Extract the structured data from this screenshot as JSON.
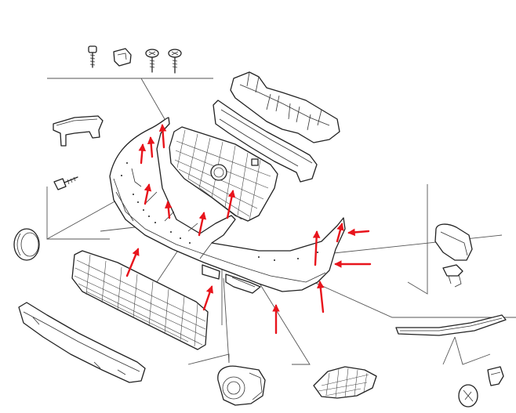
{
  "diagram": {
    "colors": {
      "line": "#222222",
      "arrow": "#e8141c",
      "background": "#ffffff"
    },
    "parts": [
      {
        "id": "fasteners",
        "icon": "fastener-set-icon"
      },
      {
        "id": "upper-absorber",
        "icon": "energy-absorber-icon"
      },
      {
        "id": "upper-bracket",
        "icon": "bumper-bracket-icon"
      },
      {
        "id": "radiator-grille",
        "icon": "radiator-grille-icon"
      },
      {
        "id": "side-bracket-left",
        "icon": "side-bracket-icon"
      },
      {
        "id": "screw-left",
        "icon": "screw-icon"
      },
      {
        "id": "fog-cap-left",
        "icon": "fog-lamp-cap-icon"
      },
      {
        "id": "bumper-cover",
        "icon": "front-bumper-icon"
      },
      {
        "id": "lower-grille",
        "icon": "lower-grille-icon"
      },
      {
        "id": "lower-spoiler",
        "icon": "lower-spoiler-icon"
      },
      {
        "id": "fog-lamp",
        "icon": "fog-lamp-icon"
      },
      {
        "id": "side-grille-right",
        "icon": "side-grille-icon"
      },
      {
        "id": "bumper-trim-strip",
        "icon": "trim-strip-icon"
      },
      {
        "id": "small-bracket-right",
        "icon": "small-bracket-icon"
      },
      {
        "id": "washer-nozzle",
        "icon": "washer-nozzle-icon"
      },
      {
        "id": "fog-cap-right",
        "icon": "fog-lamp-cap-icon"
      }
    ],
    "arrow_count": 14
  }
}
